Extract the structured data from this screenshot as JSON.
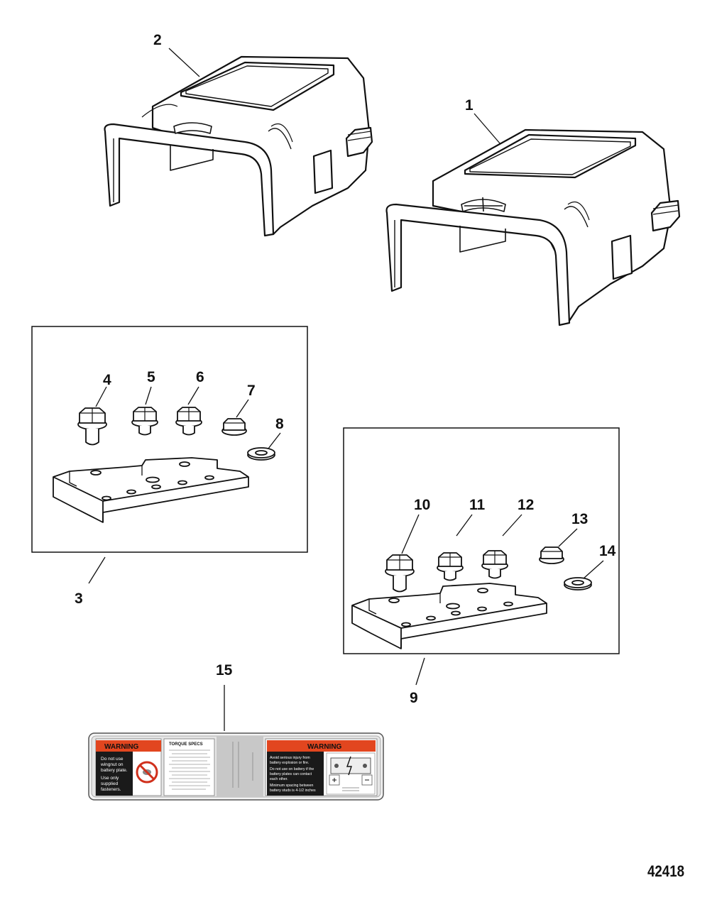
{
  "figure_number": "42418",
  "callouts": {
    "c1": "1",
    "c2": "2",
    "c3": "3",
    "c4": "4",
    "c5": "5",
    "c6": "6",
    "c7": "7",
    "c8": "8",
    "c9": "9",
    "c10": "10",
    "c11": "11",
    "c12": "12",
    "c13": "13",
    "c14": "14",
    "c15": "15"
  },
  "decal": {
    "warning_left": "WARNING",
    "left_line1": "Do not use",
    "left_line2": "wingnut on",
    "left_line3": "battery plate.",
    "left_line4": "Use only",
    "left_line5": "supplied",
    "left_line6": "fasteners.",
    "torque_title": "TORQUE SPECS",
    "warning_right": "WARNING",
    "right_line1": "Avoid serious injury from",
    "right_line2": "battery explosion or fire.",
    "right_line3": "Do not use on battery if the",
    "right_line4": "battery plates can contact",
    "right_line5": "each other.",
    "right_line6": "Minimum spacing between",
    "right_line7": "battery studs is 4-1/2 inches"
  },
  "colors": {
    "line": "#111111",
    "warning_orange": "#e2461f",
    "decal_gray": "#c8c8c8"
  }
}
